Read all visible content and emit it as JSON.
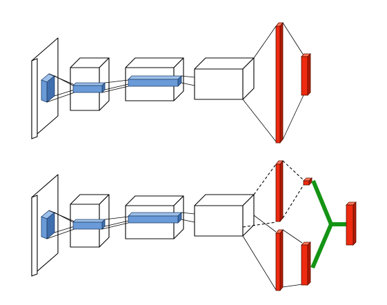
{
  "diagram": {
    "rows": [
      {
        "id": "single-task-network",
        "layers": [
          "input-image",
          "conv-block-1",
          "conv-block-2",
          "conv-block-3",
          "fc-layer-1",
          "fc-layer-2"
        ],
        "branches": 1
      },
      {
        "id": "two-branch-network",
        "layers": [
          "input-image",
          "conv-block-1",
          "conv-block-2",
          "conv-block-3",
          "fc-branch-a",
          "fc-branch-b",
          "fused-output"
        ],
        "branches": 2,
        "merge": "green-fork"
      }
    ],
    "colors": {
      "kernel": "#6a9bd8",
      "fully_connected": "#ee2a10",
      "merge": "#149414",
      "outline": "#000000"
    }
  }
}
